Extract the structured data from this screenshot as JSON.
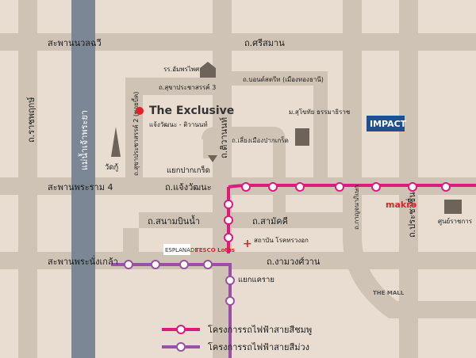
{
  "roads": {
    "rama7_bridge": "สะพานนวลฉวี",
    "si_saman": "ถ.ศรีสมาน",
    "ratchaphruek": "ถ.ราชพฤกษ์",
    "chao_phraya": "แม่น้ำเจ้าพระยา",
    "tiwanon": "ถ.ติวานนท์",
    "sukhaprachasan3": "ถ.สุขาประชาสรรค์ 3",
    "sukhaprachasan2": "ถ.สุขาประชาสรรค์ 2 (ซอยบี้ค)",
    "chaengwattana_bridge": "สะพานพระราม 4",
    "chaengwattana": "ถ.แจ้งวัฒนะ",
    "sanambinnam": "ถ.สนามบินน้ำ",
    "samakkhi": "ถ.สามัคคี",
    "nonthaburi_bridge": "สะพานพระนั่งเกล้า",
    "ngamwongwan": "ถ.งามวงศ์วาน",
    "prachachuen": "ถ.ประชาชื่น",
    "kanchanaphisek": "ถ.กาญจนาภิเษก",
    "ring_road": "ถ.เลี่ยงเมืองปากเกร็ด",
    "bond_street": "ถ.บอนด์สตรีท (เมืองทองธานี)"
  },
  "places": {
    "school": "รร.อัมพรไพศาล",
    "project_name": "The Exclusive",
    "project_sub": "แจ้งวัฒนะ - ติวานนท์",
    "wat_khu": "วัดกู้",
    "stou": "ม.สุโขทัย\nธรรมาธิราช",
    "impact": "IMPACT",
    "makro": "makro",
    "gov_center": "ศูนย์ราชการ",
    "pak_kret_junction": "แยกปากเกร็ด",
    "khae_rai_junction": "แยกแคราย",
    "cancer_institute": "สถาบัน\nโรคทรวงอก",
    "esplanade": "ESPLANADE",
    "tesco": "TESCO Lotus",
    "the_mall": "THE MALL"
  },
  "legend": {
    "pink_line": "โครงการรถไฟฟ้าสายสีชมพู",
    "purple_line": "โครงการรถไฟฟ้าสายสีม่วง"
  },
  "colors": {
    "background": "#e8ddd0",
    "road": "#cfc3b5",
    "river": "#7b8794",
    "pink": "#e0197d",
    "purple": "#9b4fa5",
    "red": "#e2202a"
  }
}
